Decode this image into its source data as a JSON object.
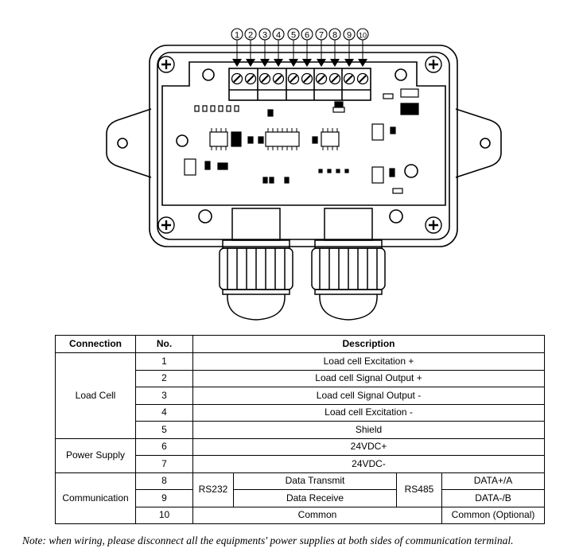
{
  "terminal_numbers": [
    "1",
    "2",
    "3",
    "4",
    "5",
    "6",
    "7",
    "8",
    "9",
    "10"
  ],
  "table": {
    "headers": {
      "connection": "Connection",
      "no": "No.",
      "description": "Description"
    },
    "groups": {
      "load_cell": "Load Cell",
      "power_supply": "Power Supply",
      "communication": "Communication"
    },
    "rows": [
      {
        "no": "1",
        "description": "Load cell Excitation +"
      },
      {
        "no": "2",
        "description": "Load cell Signal Output +"
      },
      {
        "no": "3",
        "description": "Load cell Signal Output -"
      },
      {
        "no": "4",
        "description": "Load cell Excitation -"
      },
      {
        "no": "5",
        "description": "Shield"
      },
      {
        "no": "6",
        "description": "24VDC+"
      },
      {
        "no": "7",
        "description": "24VDC-"
      },
      {
        "no": "8",
        "rs232": "Data Transmit",
        "rs485": "DATA+/A"
      },
      {
        "no": "9",
        "rs232": "Data Receive",
        "rs485": "DATA-/B"
      },
      {
        "no": "10",
        "rs232": "Common",
        "rs485": "Common (Optional)"
      }
    ],
    "rs232_label": "RS232",
    "rs485_label": "RS485"
  },
  "note": "Note: when wiring, please disconnect all the equipments' power supplies at both sides of communication terminal."
}
